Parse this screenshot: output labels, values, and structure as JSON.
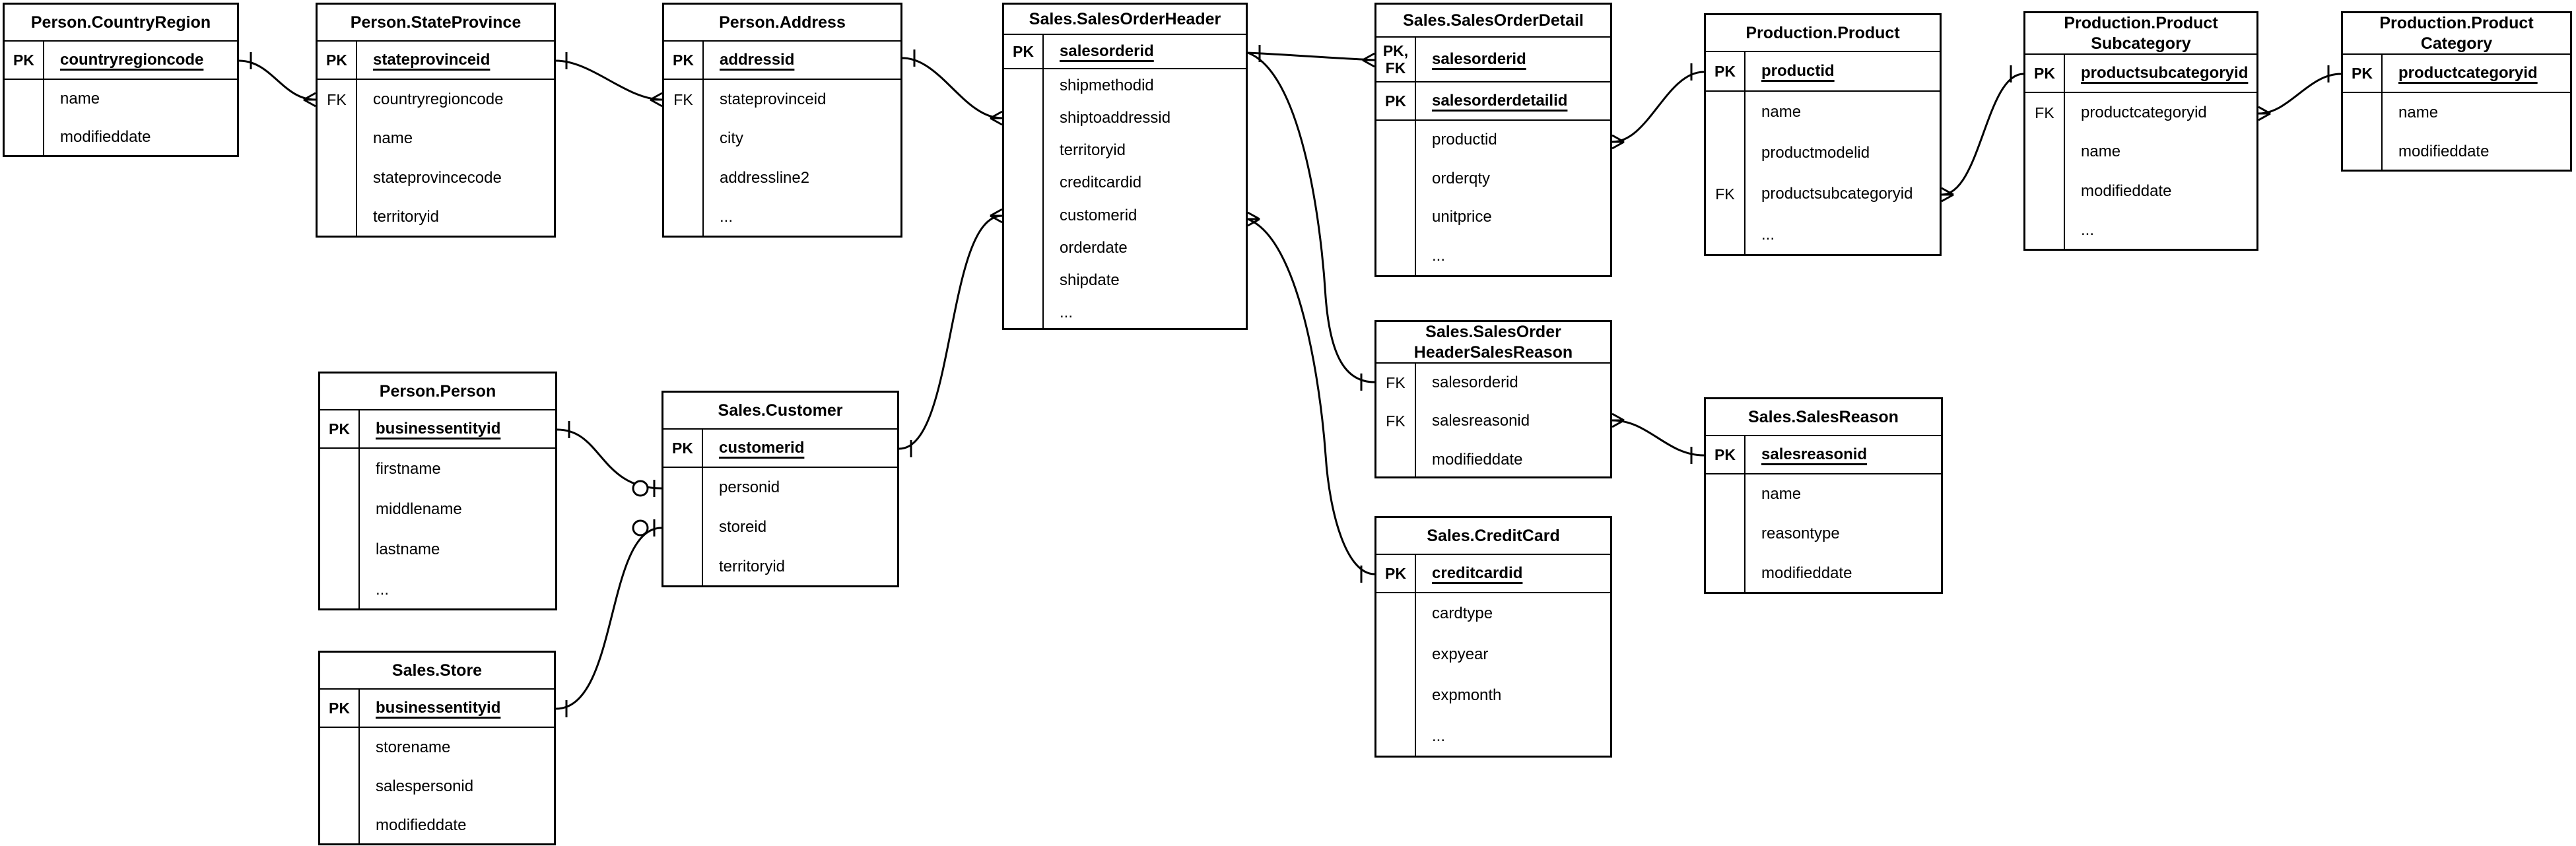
{
  "diagram": {
    "kind": "entity-relationship-diagram",
    "colors": {
      "background": "#ffffff",
      "line": "#000000",
      "text": "#000000"
    },
    "tables": [
      {
        "id": "person-countryregion",
        "title_lines": [
          "Person.CountryRegion"
        ],
        "key_rows": [
          {
            "key_lines": [
              "PK"
            ],
            "field": "countryregioncode"
          }
        ],
        "body_rows": [
          {
            "key": "",
            "field": "name"
          },
          {
            "key": "",
            "field": "modifieddate"
          }
        ]
      },
      {
        "id": "person-stateprovince",
        "title_lines": [
          "Person.StateProvince"
        ],
        "key_rows": [
          {
            "key_lines": [
              "PK"
            ],
            "field": "stateprovinceid"
          }
        ],
        "body_rows": [
          {
            "key": "FK",
            "field": "countryregioncode"
          },
          {
            "key": "",
            "field": "name"
          },
          {
            "key": "",
            "field": "stateprovincecode"
          },
          {
            "key": "",
            "field": "territoryid"
          }
        ]
      },
      {
        "id": "person-address",
        "title_lines": [
          "Person.Address"
        ],
        "key_rows": [
          {
            "key_lines": [
              "PK"
            ],
            "field": "addressid"
          }
        ],
        "body_rows": [
          {
            "key": "FK",
            "field": "stateprovinceid"
          },
          {
            "key": "",
            "field": "city"
          },
          {
            "key": "",
            "field": "addressline2"
          },
          {
            "key": "",
            "field": "..."
          }
        ]
      },
      {
        "id": "sales-salesorderheader",
        "title_lines": [
          "Sales.SalesOrderHeader"
        ],
        "key_rows": [
          {
            "key_lines": [
              "PK"
            ],
            "field": "salesorderid"
          }
        ],
        "body_rows": [
          {
            "key": "",
            "field": "shipmethodid"
          },
          {
            "key": "",
            "field": "shiptoaddressid"
          },
          {
            "key": "",
            "field": "territoryid"
          },
          {
            "key": "",
            "field": "creditcardid"
          },
          {
            "key": "",
            "field": "customerid"
          },
          {
            "key": "",
            "field": "orderdate"
          },
          {
            "key": "",
            "field": "shipdate"
          },
          {
            "key": "",
            "field": "..."
          }
        ]
      },
      {
        "id": "sales-salesorderdetail",
        "title_lines": [
          "Sales.SalesOrderDetail"
        ],
        "key_rows": [
          {
            "key_lines": [
              "PK,",
              "FK"
            ],
            "field": "salesorderid"
          },
          {
            "key_lines": [
              "PK"
            ],
            "field": "salesorderdetailid"
          }
        ],
        "body_rows": [
          {
            "key": "",
            "field": "productid"
          },
          {
            "key": "",
            "field": "orderqty"
          },
          {
            "key": "",
            "field": "unitprice"
          },
          {
            "key": "",
            "field": "..."
          }
        ]
      },
      {
        "id": "production-product",
        "title_lines": [
          "Production.Product"
        ],
        "key_rows": [
          {
            "key_lines": [
              "PK"
            ],
            "field": "productid"
          }
        ],
        "body_rows": [
          {
            "key": "",
            "field": "name"
          },
          {
            "key": "",
            "field": "productmodelid"
          },
          {
            "key": "FK",
            "field": "productsubcategoryid"
          },
          {
            "key": "",
            "field": "..."
          }
        ]
      },
      {
        "id": "production-productsubcategory",
        "title_lines": [
          "Production.Product",
          "Subcategory"
        ],
        "key_rows": [
          {
            "key_lines": [
              "PK"
            ],
            "field": "productsubcategoryid"
          }
        ],
        "body_rows": [
          {
            "key": "FK",
            "field": "productcategoryid"
          },
          {
            "key": "",
            "field": "name"
          },
          {
            "key": "",
            "field": "modifieddate"
          },
          {
            "key": "",
            "field": "..."
          }
        ]
      },
      {
        "id": "production-productcategory",
        "title_lines": [
          "Production.Product",
          "Category"
        ],
        "key_rows": [
          {
            "key_lines": [
              "PK"
            ],
            "field": "productcategoryid"
          }
        ],
        "body_rows": [
          {
            "key": "",
            "field": "name"
          },
          {
            "key": "",
            "field": "modifieddate"
          }
        ]
      },
      {
        "id": "person-person",
        "title_lines": [
          "Person.Person"
        ],
        "key_rows": [
          {
            "key_lines": [
              "PK"
            ],
            "field": "businessentityid"
          }
        ],
        "body_rows": [
          {
            "key": "",
            "field": "firstname"
          },
          {
            "key": "",
            "field": "middlename"
          },
          {
            "key": "",
            "field": "lastname"
          },
          {
            "key": "",
            "field": "..."
          }
        ]
      },
      {
        "id": "sales-customer",
        "title_lines": [
          "Sales.Customer"
        ],
        "key_rows": [
          {
            "key_lines": [
              "PK"
            ],
            "field": "customerid"
          }
        ],
        "body_rows": [
          {
            "key": "",
            "field": "personid"
          },
          {
            "key": "",
            "field": "storeid"
          },
          {
            "key": "",
            "field": "territoryid"
          }
        ]
      },
      {
        "id": "sales-store",
        "title_lines": [
          "Sales.Store"
        ],
        "key_rows": [
          {
            "key_lines": [
              "PK"
            ],
            "field": "businessentityid"
          }
        ],
        "body_rows": [
          {
            "key": "",
            "field": "storename"
          },
          {
            "key": "",
            "field": "salespersonid"
          },
          {
            "key": "",
            "field": "modifieddate"
          }
        ]
      },
      {
        "id": "sales-salesorderheadersalesreason",
        "title_lines": [
          "Sales.SalesOrder",
          "HeaderSalesReason"
        ],
        "key_rows": [],
        "body_rows": [
          {
            "key": "FK",
            "field": "salesorderid"
          },
          {
            "key": "FK",
            "field": "salesreasonid"
          },
          {
            "key": "",
            "field": "modifieddate"
          }
        ]
      },
      {
        "id": "sales-salesreason",
        "title_lines": [
          "Sales.SalesReason"
        ],
        "key_rows": [
          {
            "key_lines": [
              "PK"
            ],
            "field": "salesreasonid"
          }
        ],
        "body_rows": [
          {
            "key": "",
            "field": "name"
          },
          {
            "key": "",
            "field": "reasontype"
          },
          {
            "key": "",
            "field": "modifieddate"
          }
        ]
      },
      {
        "id": "sales-creditcard",
        "title_lines": [
          "Sales.CreditCard"
        ],
        "key_rows": [
          {
            "key_lines": [
              "PK"
            ],
            "field": "creditcardid"
          }
        ],
        "body_rows": [
          {
            "key": "",
            "field": "cardtype"
          },
          {
            "key": "",
            "field": "expyear"
          },
          {
            "key": "",
            "field": "expmonth"
          },
          {
            "key": "",
            "field": "..."
          }
        ]
      }
    ],
    "relationships": [
      {
        "id": "countryregion-stateprovince",
        "from": "Person.CountryRegion",
        "to": "Person.StateProvince",
        "from_cardinality": "one",
        "to_cardinality": "many",
        "via": "countryregioncode"
      },
      {
        "id": "stateprovince-address",
        "from": "Person.StateProvince",
        "to": "Person.Address",
        "from_cardinality": "one",
        "to_cardinality": "many",
        "via": "stateprovinceid"
      },
      {
        "id": "address-salesorderheader",
        "from": "Person.Address",
        "to": "Sales.SalesOrderHeader",
        "from_cardinality": "one",
        "to_cardinality": "many",
        "via": "shiptoaddressid"
      },
      {
        "id": "customer-salesorderheader",
        "from": "Sales.Customer",
        "to": "Sales.SalesOrderHeader",
        "from_cardinality": "one",
        "to_cardinality": "many",
        "via": "customerid"
      },
      {
        "id": "salesorderheader-salesorderdetail",
        "from": "Sales.SalesOrderHeader",
        "to": "Sales.SalesOrderDetail",
        "from_cardinality": "one",
        "to_cardinality": "many",
        "via": "salesorderid"
      },
      {
        "id": "salesorderheader-salesorderheadersalesreason",
        "from": "Sales.SalesOrderHeader",
        "to": "Sales.SalesOrderHeaderSalesReason",
        "from_cardinality": "one",
        "to_cardinality": "one",
        "via": "salesorderid"
      },
      {
        "id": "creditcard-salesorderheader",
        "from": "Sales.CreditCard",
        "to": "Sales.SalesOrderHeader",
        "from_cardinality": "one",
        "to_cardinality": "many",
        "via": "creditcardid"
      },
      {
        "id": "product-salesorderdetail",
        "from": "Production.Product",
        "to": "Sales.SalesOrderDetail",
        "from_cardinality": "one",
        "to_cardinality": "many",
        "via": "productid"
      },
      {
        "id": "productsubcategory-product",
        "from": "Production.ProductSubcategory",
        "to": "Production.Product",
        "from_cardinality": "one",
        "to_cardinality": "many",
        "via": "productsubcategoryid"
      },
      {
        "id": "productcategory-productsubcategory",
        "from": "Production.ProductCategory",
        "to": "Production.ProductSubcategory",
        "from_cardinality": "one",
        "to_cardinality": "many",
        "via": "productcategoryid"
      },
      {
        "id": "person-customer",
        "from": "Person.Person",
        "to": "Sales.Customer",
        "from_cardinality": "one",
        "to_cardinality": "zero-or-one",
        "via": "personid"
      },
      {
        "id": "store-customer",
        "from": "Sales.Store",
        "to": "Sales.Customer",
        "from_cardinality": "one",
        "to_cardinality": "zero-or-one",
        "via": "storeid"
      },
      {
        "id": "salesreason-salesorderheadersalesreason",
        "from": "Sales.SalesReason",
        "to": "Sales.SalesOrderHeaderSalesReason",
        "from_cardinality": "one",
        "to_cardinality": "many",
        "via": "salesreasonid"
      }
    ]
  }
}
